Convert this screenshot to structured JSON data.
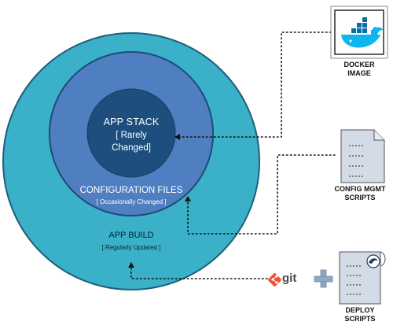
{
  "rings": {
    "app_build": {
      "title": "APP BUILD",
      "subtitle": "[ Regularly Updated ]"
    },
    "config_files": {
      "title": "CONFIGURATION FILES",
      "subtitle": "[ Occasionally Changed ]"
    },
    "app_stack": {
      "title": "APP STACK",
      "line2": "[ Rarely",
      "line3": "Changed]"
    }
  },
  "sources": {
    "docker": {
      "icon": "docker-whale-icon",
      "line1": "DOCKER",
      "line2": "IMAGE"
    },
    "config_mgmt": {
      "icon": "document-icon",
      "line1": "CONFIG MGMT",
      "line2": "SCRIPTS"
    },
    "deploy": {
      "icon": "scroll-document-icon",
      "line1": "DEPLOY",
      "line2": "SCRIPTS"
    }
  },
  "git": {
    "icon": "git-logo-icon",
    "label": "git"
  },
  "plus": {
    "icon": "plus-icon"
  },
  "colors": {
    "outer_ring": "#3bb0c9",
    "middle_ring": "#4f7fc0",
    "inner_circle": "#1d4e7e",
    "git_orange": "#f05133",
    "plus_blue": "#8fa9c4"
  }
}
